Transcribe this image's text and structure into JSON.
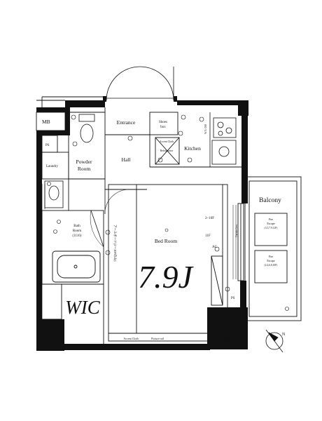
{
  "plan": {
    "area_label": "7.9J",
    "closet_label": "WIC",
    "compass_label": "N"
  },
  "rooms": {
    "mb": "MB",
    "ps_left": "PS",
    "ps_right": "PS",
    "laundry": "Laundry",
    "powder_room_line1": "Powder",
    "powder_room_line2": "Room",
    "bath_room_line1": "Bath",
    "bath_room_line2": "Room",
    "bath_size": "(1116)",
    "entrance": "Entrance",
    "shoe_box_line1": "Shoes",
    "shoe_box_line2": "box",
    "hall": "Hall",
    "kitchen": "Kitchen",
    "accent_cloth_kitchen": "Accent Cloth",
    "refrigerator": "Refrigerator",
    "bed_room": "Bed Room",
    "balcony": "Balcony",
    "accent_cloth_bottom": "Accent Cloth",
    "picture_rail": "Picture rail",
    "ceiling_note_1": "2~10F",
    "ceiling_note_2": "11F",
    "ac": "AC",
    "fire_escape_1_line1": "Fire",
    "fire_escape_1_line2": "Escape",
    "fire_escape_1_line3": "(3,5,7,9,11F)",
    "fire_escape_2_line1": "Fire",
    "fire_escape_2_line2": "Escape",
    "fire_escape_2_line3": "(2,4,6,8,10F)",
    "curtain_box": "Curtain box",
    "vertical_note": "アールボード(2～10Fのみ)",
    "wall_note": "W/L-200"
  }
}
